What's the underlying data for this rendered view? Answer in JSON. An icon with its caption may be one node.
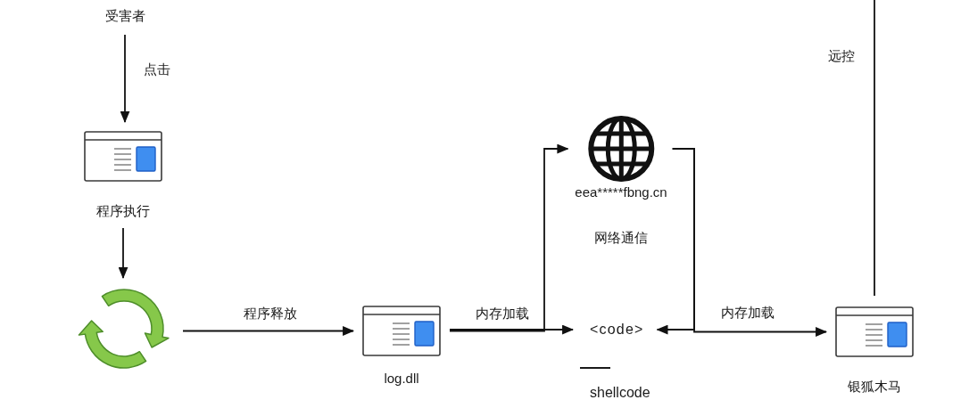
{
  "diagram": {
    "nodes": [
      {
        "text": [
          "受害者"
        ]
      },
      {
        "text": [
          "程序执行"
        ]
      },
      {
        "text": [],
        "shape": "picture"
      },
      {
        "text": [
          "log.dll"
        ]
      },
      {
        "text": [
          "<code>"
        ],
        "beside": [
          "shellcode"
        ]
      },
      {
        "text": [
          "eea*****fbng.cn"
        ]
      },
      {
        "text": [
          "银狐木马"
        ]
      }
    ],
    "edges": [
      {
        "from": 0,
        "to": 1,
        "arrow": "to",
        "label": "点击"
      },
      {
        "from": 1,
        "to": 2,
        "arrow": "to"
      },
      {
        "from": 2,
        "to": 3,
        "arrow": "to",
        "label": "程序释放"
      },
      {
        "from": 3,
        "to": 4,
        "arrow": "to",
        "label": "内存加载"
      },
      {
        "from": 3,
        "to": 5,
        "arrow": "to"
      },
      {
        "from": 5,
        "to": 4,
        "arrow": "to"
      },
      {
        "from": 5,
        "to": 6,
        "arrow": "to",
        "label": "内存加载"
      },
      {
        "from": 6,
        "to": null,
        "arrow": "none",
        "label": "远控"
      }
    ],
    "labels": [
      "网络通信"
    ]
  }
}
